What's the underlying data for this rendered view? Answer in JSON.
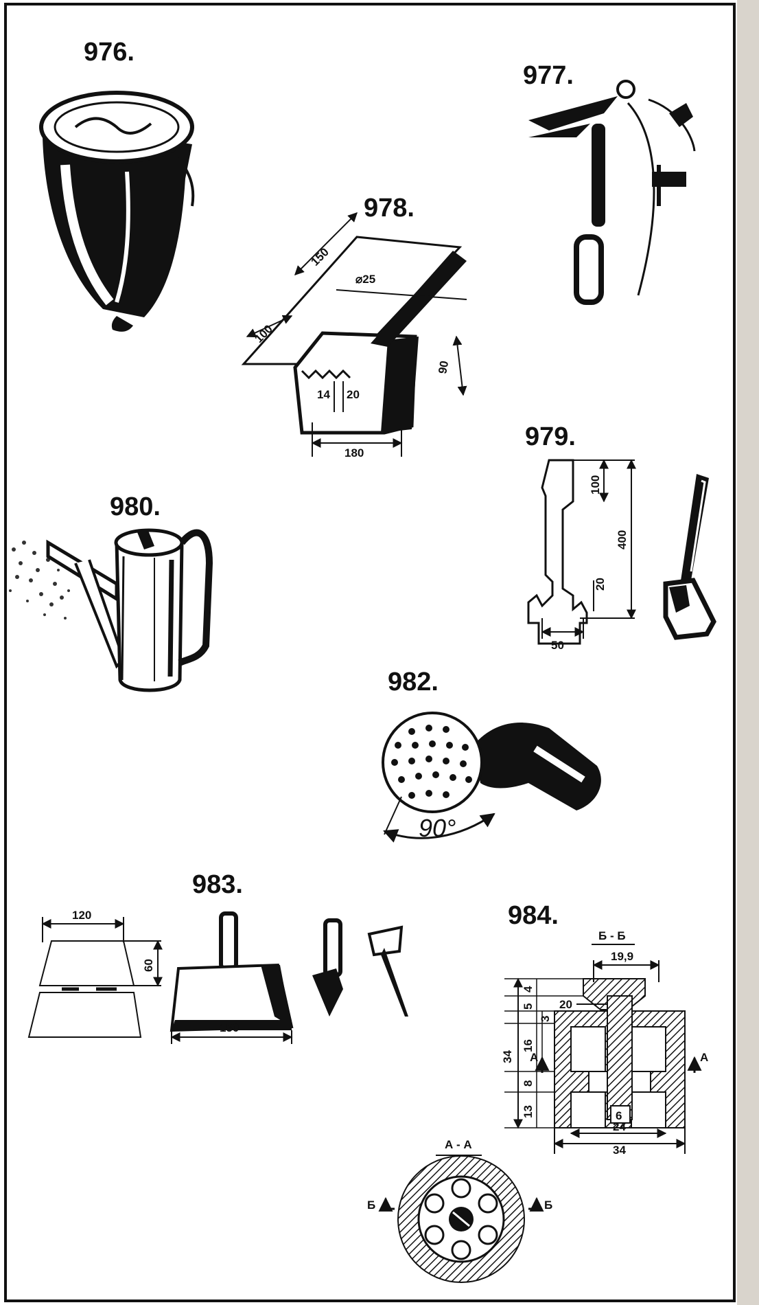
{
  "figures": {
    "f976": {
      "number": "976."
    },
    "f977": {
      "number": "977."
    },
    "f978": {
      "number": "978.",
      "dims": [
        "150",
        "⌀25",
        "100",
        "90",
        "14",
        "20",
        "180"
      ]
    },
    "f979": {
      "number": "979.",
      "dims": [
        "100",
        "400",
        "20",
        "50"
      ]
    },
    "f980": {
      "number": "980."
    },
    "f982": {
      "number": "982.",
      "angle": "90°"
    },
    "f983": {
      "number": "983.",
      "dims": [
        "120",
        "60",
        "150"
      ]
    },
    "f984": {
      "number": "984.",
      "section_bb": "Б - Б",
      "section_aa": "А - А",
      "dims": [
        "19,9",
        "20",
        "4",
        "5",
        "3",
        "16",
        "8",
        "13",
        "34",
        "6",
        "24",
        "34"
      ],
      "markers": [
        "А",
        "А",
        "Б",
        "Б"
      ]
    }
  },
  "colors": {
    "ink": "#111111",
    "paper": "#ffffff"
  }
}
